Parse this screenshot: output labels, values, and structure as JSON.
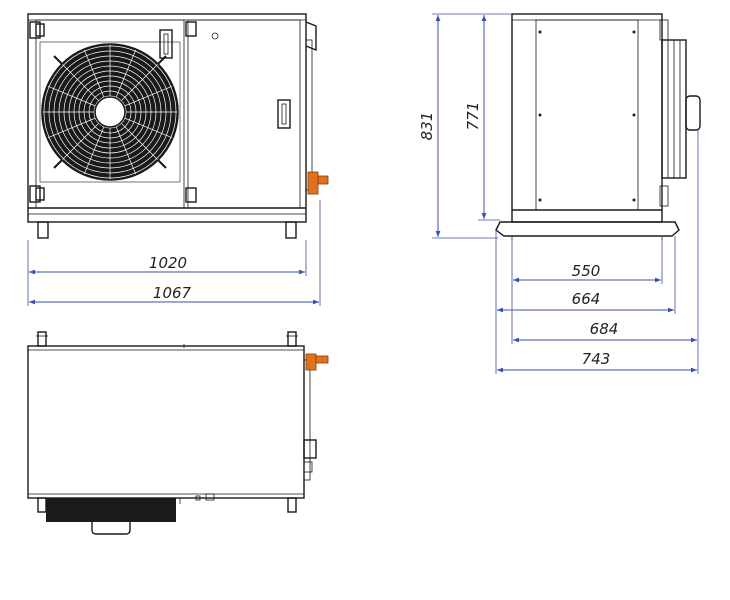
{
  "front_view": {
    "dim_inner_width": "1020",
    "dim_outer_width": "1067"
  },
  "side_view": {
    "dim_total_height": "831",
    "dim_body_height": "771",
    "dim_depth_550": "550",
    "dim_depth_664": "664",
    "dim_depth_684": "684",
    "dim_depth_743": "743"
  },
  "colors": {
    "line": "#1a1a1a",
    "dimension": "#3a4fb0",
    "valve": "#e0721f"
  }
}
